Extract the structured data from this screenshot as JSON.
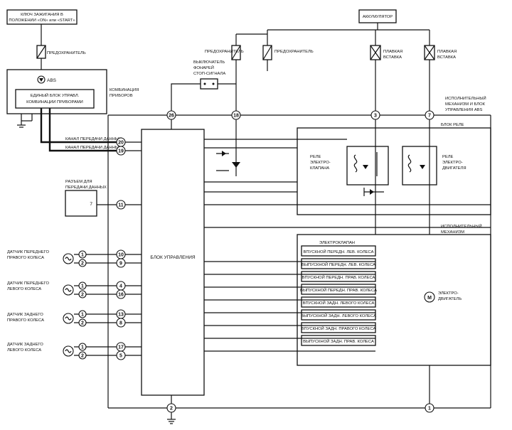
{
  "labels": {
    "ignition": [
      "КЛЮЧ ЗАЖИГАНИЯ В",
      "ПОЛОЖЕНИИ «ON» или «START»"
    ],
    "battery": "АККУМУЛЯТОР",
    "fuse_left": "ПРЕДОХРАНИТЕЛЬ",
    "fuse_mid": "ПРЕДОХРАНИТЕЛЬ",
    "fuse_right": "ПРЕДОХРАНИТЕЛЬ",
    "fusible_link_1": [
      "ПЛАВКАЯ",
      "ВСТАВКА"
    ],
    "fusible_link_2": [
      "ПЛАВКАЯ",
      "ВСТАВКА"
    ],
    "brake_switch": [
      "ВЫКЛЮЧАТЕЛЬ",
      "ФОНАРЕЙ",
      "СТОП-СИГНАЛА"
    ],
    "abs_indicator": "ABS",
    "instrument_combination": [
      "КОМБИНАЦИЯ",
      "ПРИБОРОВ"
    ],
    "single_unit": [
      "ЕДИНЫЙ БЛОК УПРАВЛ.",
      "КОМБИНАЦИИ ПРИБОРАМИ"
    ],
    "data_line_1": "КАНАЛ ПЕРЕДАЧИ ДАННЫХ",
    "data_line_2": "КАНАЛ ПЕРЕДАЧИ ДАННЫХ",
    "data_connector": [
      "РАЗЪЕМ ДЛЯ",
      "ПЕРЕДАЧИ ДАННЫХ"
    ],
    "data_connector_pin": "7",
    "control_unit": "БЛОК УПРАВЛЕНИЯ",
    "actuator_abs": [
      "ИСПОЛНИТЕЛЬНЫЙ",
      "МЕХАНИЗМ И БЛОК",
      "УПРАВЛЕНИЯ ABS"
    ],
    "unit_relay": "БЛОК РЕЛЕ",
    "solenoid_relay": [
      "РЕЛЕ",
      "ЭЛЕКТРО-",
      "КЛАПАНА"
    ],
    "motor_relay": [
      "РЕЛЕ",
      "ЭЛЕКТРО-",
      "ДВИГАТЕЛЯ"
    ],
    "actuator": [
      "ИСПОЛНИТЕЛЬНЫЙ",
      "МЕХАНИЗМ"
    ],
    "solenoid_valves": "ЭЛЕКТРОКЛАПАН",
    "motor": [
      "ЭЛЕКТРО-",
      "ДВИГАТЕЛЬ"
    ],
    "sensor_fr": [
      "ДАТЧИК ПЕРЕДНЕГО",
      "ПРАВОГО КОЛЕСА"
    ],
    "sensor_fl": [
      "ДАТЧИК ПЕРЕДНЕГО",
      "ЛЕВОГО КОЛЕСА"
    ],
    "sensor_rr": [
      "ДАТЧИК ЗАДНЕГО",
      "ПРАВОГО КОЛЕСА"
    ],
    "sensor_rl": [
      "ДАТЧИК ЗАДНЕГО",
      "ЛЕВОГО КОЛЕСА"
    ]
  },
  "valves": [
    "ВПУСКНОЙ ПЕРЕДН. ЛЕВ. КОЛЕСА",
    "ВЫПУСКНОЙ ПЕРЕДН. ЛЕВ. КОЛЕСА",
    "ВПУСКНОЙ ПЕРЕДН. ПРАВ. КОЛЕСА",
    "ВЫПУСКНОЙ ПЕРЕДН. ПРАВ. КОЛЕСА",
    "ВПУСКНОЙ ЗАДН. ЛЕВОГО КОЛЕСА",
    "ВЫПУСКНОЙ ЗАДН. ЛЕВОГО КОЛЕСА",
    "ВПУСКНОЙ ЗАДН. ПРАВОГО КОЛЕСА",
    "ВЫПУСКНОЙ ЗАДН. ПРАВ. КОЛЕСА"
  ],
  "pins": {
    "p26": "26",
    "p18": "18",
    "p3": "3",
    "p7": "7",
    "p20": "20",
    "p19": "19",
    "p11": "11",
    "p10": "10",
    "p9": "9",
    "p4": "4",
    "p16": "16",
    "p13": "13",
    "p8": "8",
    "p17": "17",
    "p5": "5",
    "p2": "2",
    "p1": "1",
    "s1": "1",
    "s2": "2"
  }
}
